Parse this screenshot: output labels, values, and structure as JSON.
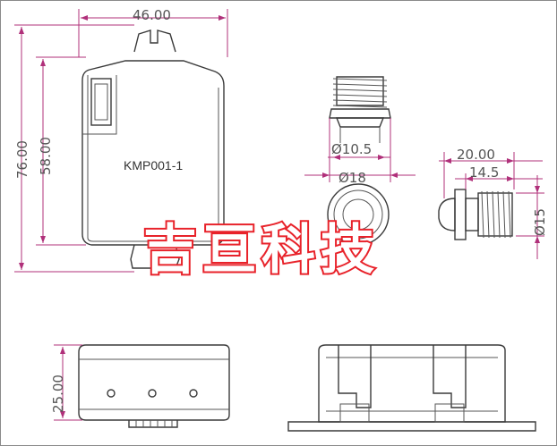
{
  "labels": {
    "model": "KMP001-1",
    "brand": "吉亘科技"
  },
  "dimensions": {
    "width_top": "46.00",
    "height_outer": "76.00",
    "height_inner": "58.00",
    "thread_dia_small": "Ø10.5",
    "flange_dia": "Ø18",
    "len_total": "20.00",
    "len_thread": "14.5",
    "dia_side": "Ø15",
    "thickness": "25.00"
  },
  "colors": {
    "dimension_line": "#b0307a",
    "brand_outline": "#e8222a"
  }
}
